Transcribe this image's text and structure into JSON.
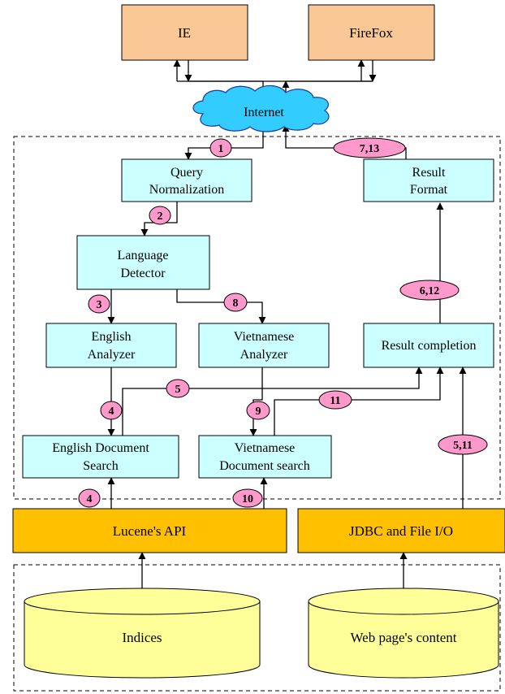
{
  "browsers": {
    "ie": "IE",
    "firefox": "FireFox"
  },
  "internet": "Internet",
  "modules": {
    "query_normalization": [
      "Query",
      "Normalization"
    ],
    "result_format": [
      "Result",
      "Format"
    ],
    "language_detector": [
      "Language",
      "Detector"
    ],
    "english_analyzer": [
      "English",
      "Analyzer"
    ],
    "vietnamese_analyzer": [
      "Vietnamese",
      "Analyzer"
    ],
    "result_completion": "Result completion",
    "english_document_search": [
      "English Document",
      "Search"
    ],
    "vietnamese_document_search": [
      "Vietnamese",
      "Document search"
    ]
  },
  "apis": {
    "lucene": "Lucene's API",
    "jdbc": "JDBC and File I/O"
  },
  "stores": {
    "indices": "Indices",
    "web_content": "Web page's content"
  },
  "steps": {
    "s1": "1",
    "s2": "2",
    "s3": "3",
    "s4a": "4",
    "s4b": "4",
    "s5": "5",
    "s6_12": "6,12",
    "s7_13": "7,13",
    "s8": "8",
    "s9": "9",
    "s10": "10",
    "s11": "11",
    "s5_11": "5,11"
  },
  "colors": {
    "browser_fill": "#FAC896",
    "module_fill": "#CCFFFF",
    "api_fill": "#FFC000",
    "store_fill": "#FFFF99",
    "badge_fill": "#FF99CC",
    "cloud_fill": "#33CCFF"
  }
}
